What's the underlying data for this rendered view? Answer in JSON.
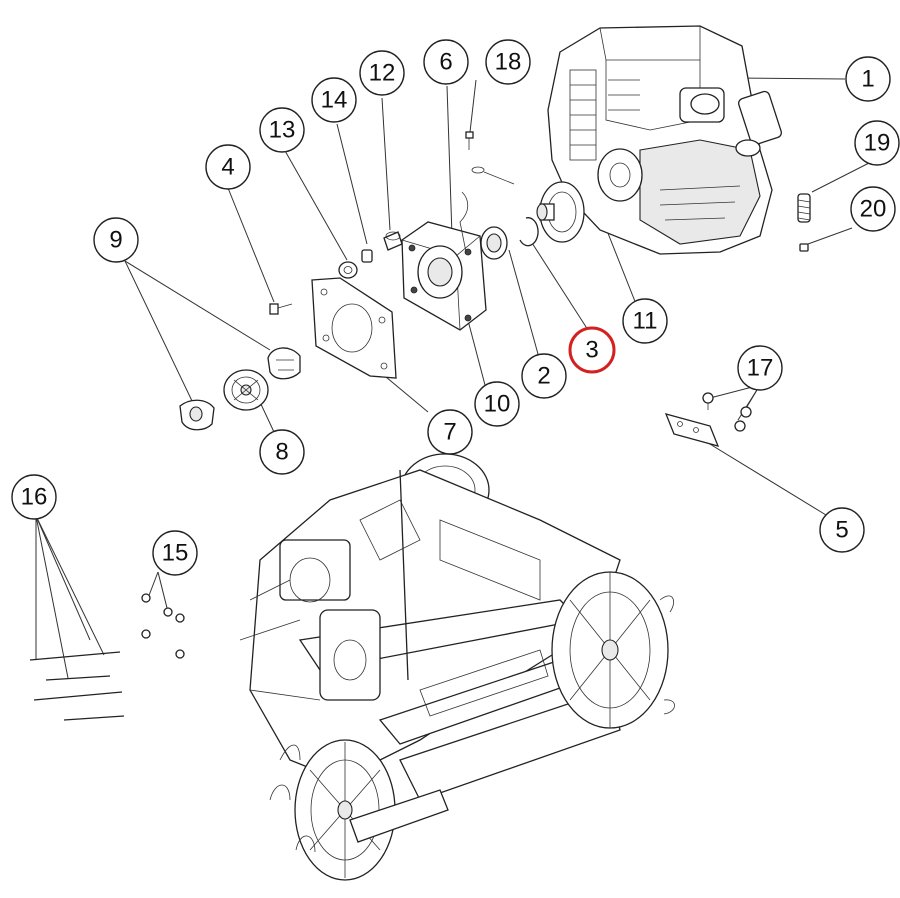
{
  "diagram": {
    "highlight_color": "#d42020",
    "callouts": [
      {
        "id": "c1",
        "label": "1"
      },
      {
        "id": "c2",
        "label": "2"
      },
      {
        "id": "c3",
        "label": "3",
        "highlighted": true
      },
      {
        "id": "c4",
        "label": "4"
      },
      {
        "id": "c5",
        "label": "5"
      },
      {
        "id": "c6",
        "label": "6"
      },
      {
        "id": "c7",
        "label": "7"
      },
      {
        "id": "c8",
        "label": "8"
      },
      {
        "id": "c9",
        "label": "9"
      },
      {
        "id": "c10",
        "label": "10"
      },
      {
        "id": "c11",
        "label": "11"
      },
      {
        "id": "c12",
        "label": "12"
      },
      {
        "id": "c13",
        "label": "13"
      },
      {
        "id": "c14",
        "label": "14"
      },
      {
        "id": "c15",
        "label": "15"
      },
      {
        "id": "c16",
        "label": "16"
      },
      {
        "id": "c17",
        "label": "17"
      },
      {
        "id": "c18",
        "label": "18"
      },
      {
        "id": "c19",
        "label": "19"
      },
      {
        "id": "c20",
        "label": "20"
      }
    ]
  }
}
